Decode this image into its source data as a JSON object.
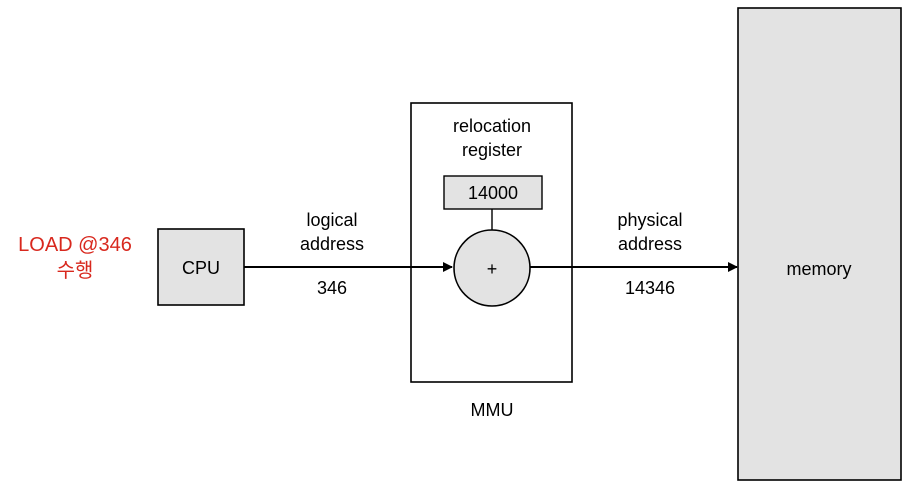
{
  "annotation": {
    "line1": "LOAD @346",
    "line2": "수행",
    "color": "#d8281e"
  },
  "cpu": {
    "label": "CPU"
  },
  "logical": {
    "label_line1": "logical",
    "label_line2": "address",
    "value": "346"
  },
  "mmu": {
    "register_label_line1": "relocation",
    "register_label_line2": "register",
    "register_value": "14000",
    "adder_symbol": "+",
    "label": "MMU"
  },
  "physical": {
    "label_line1": "physical",
    "label_line2": "address",
    "value": "14346"
  },
  "memory": {
    "label": "memory"
  },
  "colors": {
    "box_fill": "#e3e3e3",
    "stroke": "#000000"
  }
}
